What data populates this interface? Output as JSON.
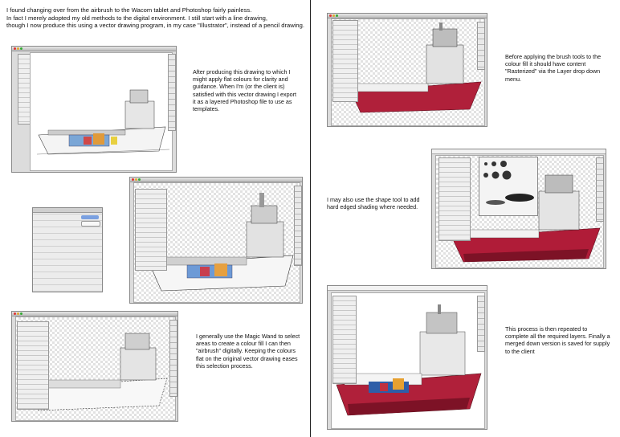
{
  "left_page": {
    "intro_text": "I found changing over from the airbrush to the Wacom tablet and Photoshop fairly  painless.\nIn fact I merely adopted my old methods to the digital environment. I still start with a line drawing,\nthough I now produce this using a vector drawing program, in my case \"Illustrator\", instead of a pencil drawing.",
    "step1_text": "After producing this drawing to which I might apply flat colours for clarity and guidance. When I'm (or the client is) satisfied with this vector drawing I export it as a layered Photoshop file to use as templates.",
    "step2_text": "I generally use the Magic Wand to select areas to create a colour fill I can then \"airbrush\" digitally. Keeping the colours flat on the original vector drawing eases this selection process."
  },
  "right_page": {
    "step3_text": " Before applying the brush tools to the colour fill it should have content \"Rasterized\" via the Layer drop down menu.",
    "step4_text": "I may also use the shape tool to add hard edged shading where needed.",
    "step5_text": "This process is then repeated to complete all the required layers. Finally a merged down version is saved for supply to the client"
  },
  "colors": {
    "hull_red": "#b0203a",
    "superstructure": "#d8d8d8",
    "divider": "#222222"
  }
}
